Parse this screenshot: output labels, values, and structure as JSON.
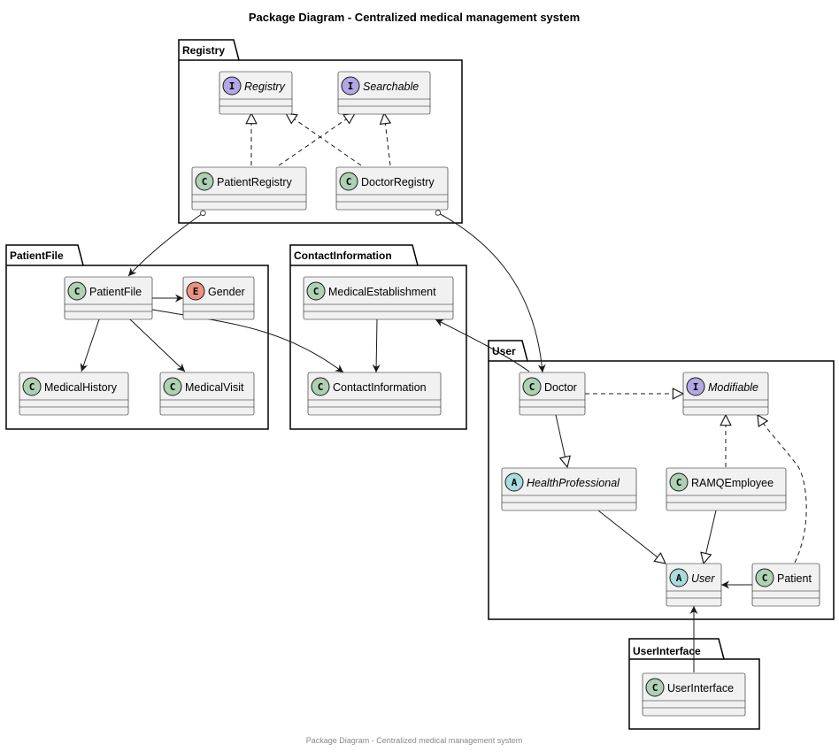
{
  "title": "Package Diagram - Centralized medical management system",
  "footer": "Package Diagram - Centralized medical management system",
  "colors": {
    "interface_circle": "#b4a7e5",
    "class_circle": "#add1b2",
    "enum_circle": "#eb937f",
    "abstract_circle": "#a9dcdf",
    "class_fill": "#f1f1f1",
    "line": "#181818"
  },
  "packages": {
    "registry": {
      "name": "Registry"
    },
    "patient_file": {
      "name": "PatientFile"
    },
    "contact_information": {
      "name": "ContactInformation"
    },
    "user": {
      "name": "User"
    },
    "user_interface": {
      "name": "UserInterface"
    }
  },
  "classes": {
    "registry_iface": {
      "name": "Registry",
      "stereotype": "I"
    },
    "searchable": {
      "name": "Searchable",
      "stereotype": "I"
    },
    "patient_registry": {
      "name": "PatientRegistry",
      "stereotype": "C"
    },
    "doctor_registry": {
      "name": "DoctorRegistry",
      "stereotype": "C"
    },
    "patient_file": {
      "name": "PatientFile",
      "stereotype": "C"
    },
    "gender": {
      "name": "Gender",
      "stereotype": "E"
    },
    "medical_history": {
      "name": "MedicalHistory",
      "stereotype": "C"
    },
    "medical_visit": {
      "name": "MedicalVisit",
      "stereotype": "C"
    },
    "medical_establishment": {
      "name": "MedicalEstablishment",
      "stereotype": "C"
    },
    "contact_information": {
      "name": "ContactInformation",
      "stereotype": "C"
    },
    "doctor": {
      "name": "Doctor",
      "stereotype": "C"
    },
    "modifiable": {
      "name": "Modifiable",
      "stereotype": "I"
    },
    "health_professional": {
      "name": "HealthProfessional",
      "stereotype": "A"
    },
    "ramq_employee": {
      "name": "RAMQEmployee",
      "stereotype": "C"
    },
    "user": {
      "name": "User",
      "stereotype": "A"
    },
    "patient": {
      "name": "Patient",
      "stereotype": "C"
    },
    "user_interface": {
      "name": "UserInterface",
      "stereotype": "C"
    }
  }
}
